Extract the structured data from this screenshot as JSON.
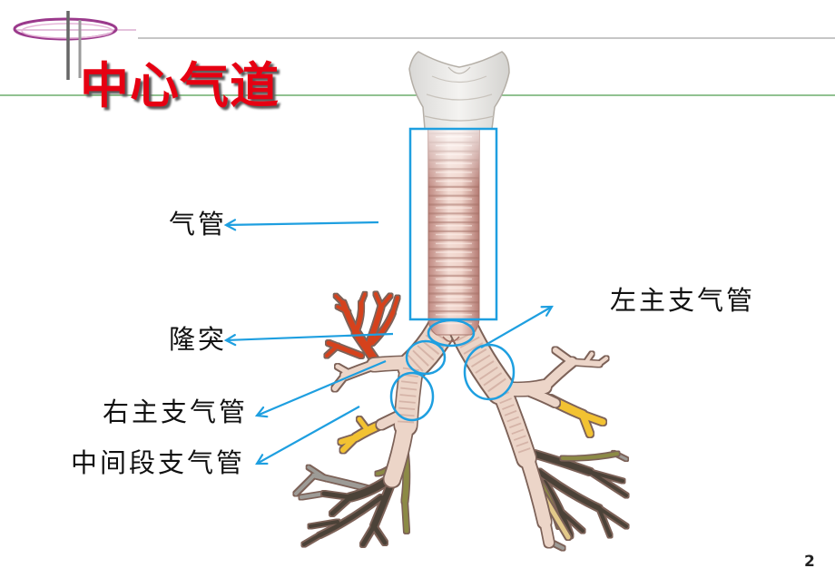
{
  "slide": {
    "title": "中心气道",
    "page_number": "2"
  },
  "labels": {
    "trachea": "气管",
    "carina": "隆突",
    "right_main_bronchus": "右主支气管",
    "intermediate_bronchus": "中间段支气管",
    "left_main_bronchus": "左主支气管"
  },
  "colors": {
    "title": "#e60012",
    "annotation": "#1e9fe0",
    "label": "#111111",
    "top_rule": "#b4b4b4",
    "title_rule": "#4f9d4f",
    "logo_ring": "#9b3a8c"
  },
  "icons": {
    "logo": "ring-logo-icon",
    "arrow": "arrowhead-icon"
  }
}
